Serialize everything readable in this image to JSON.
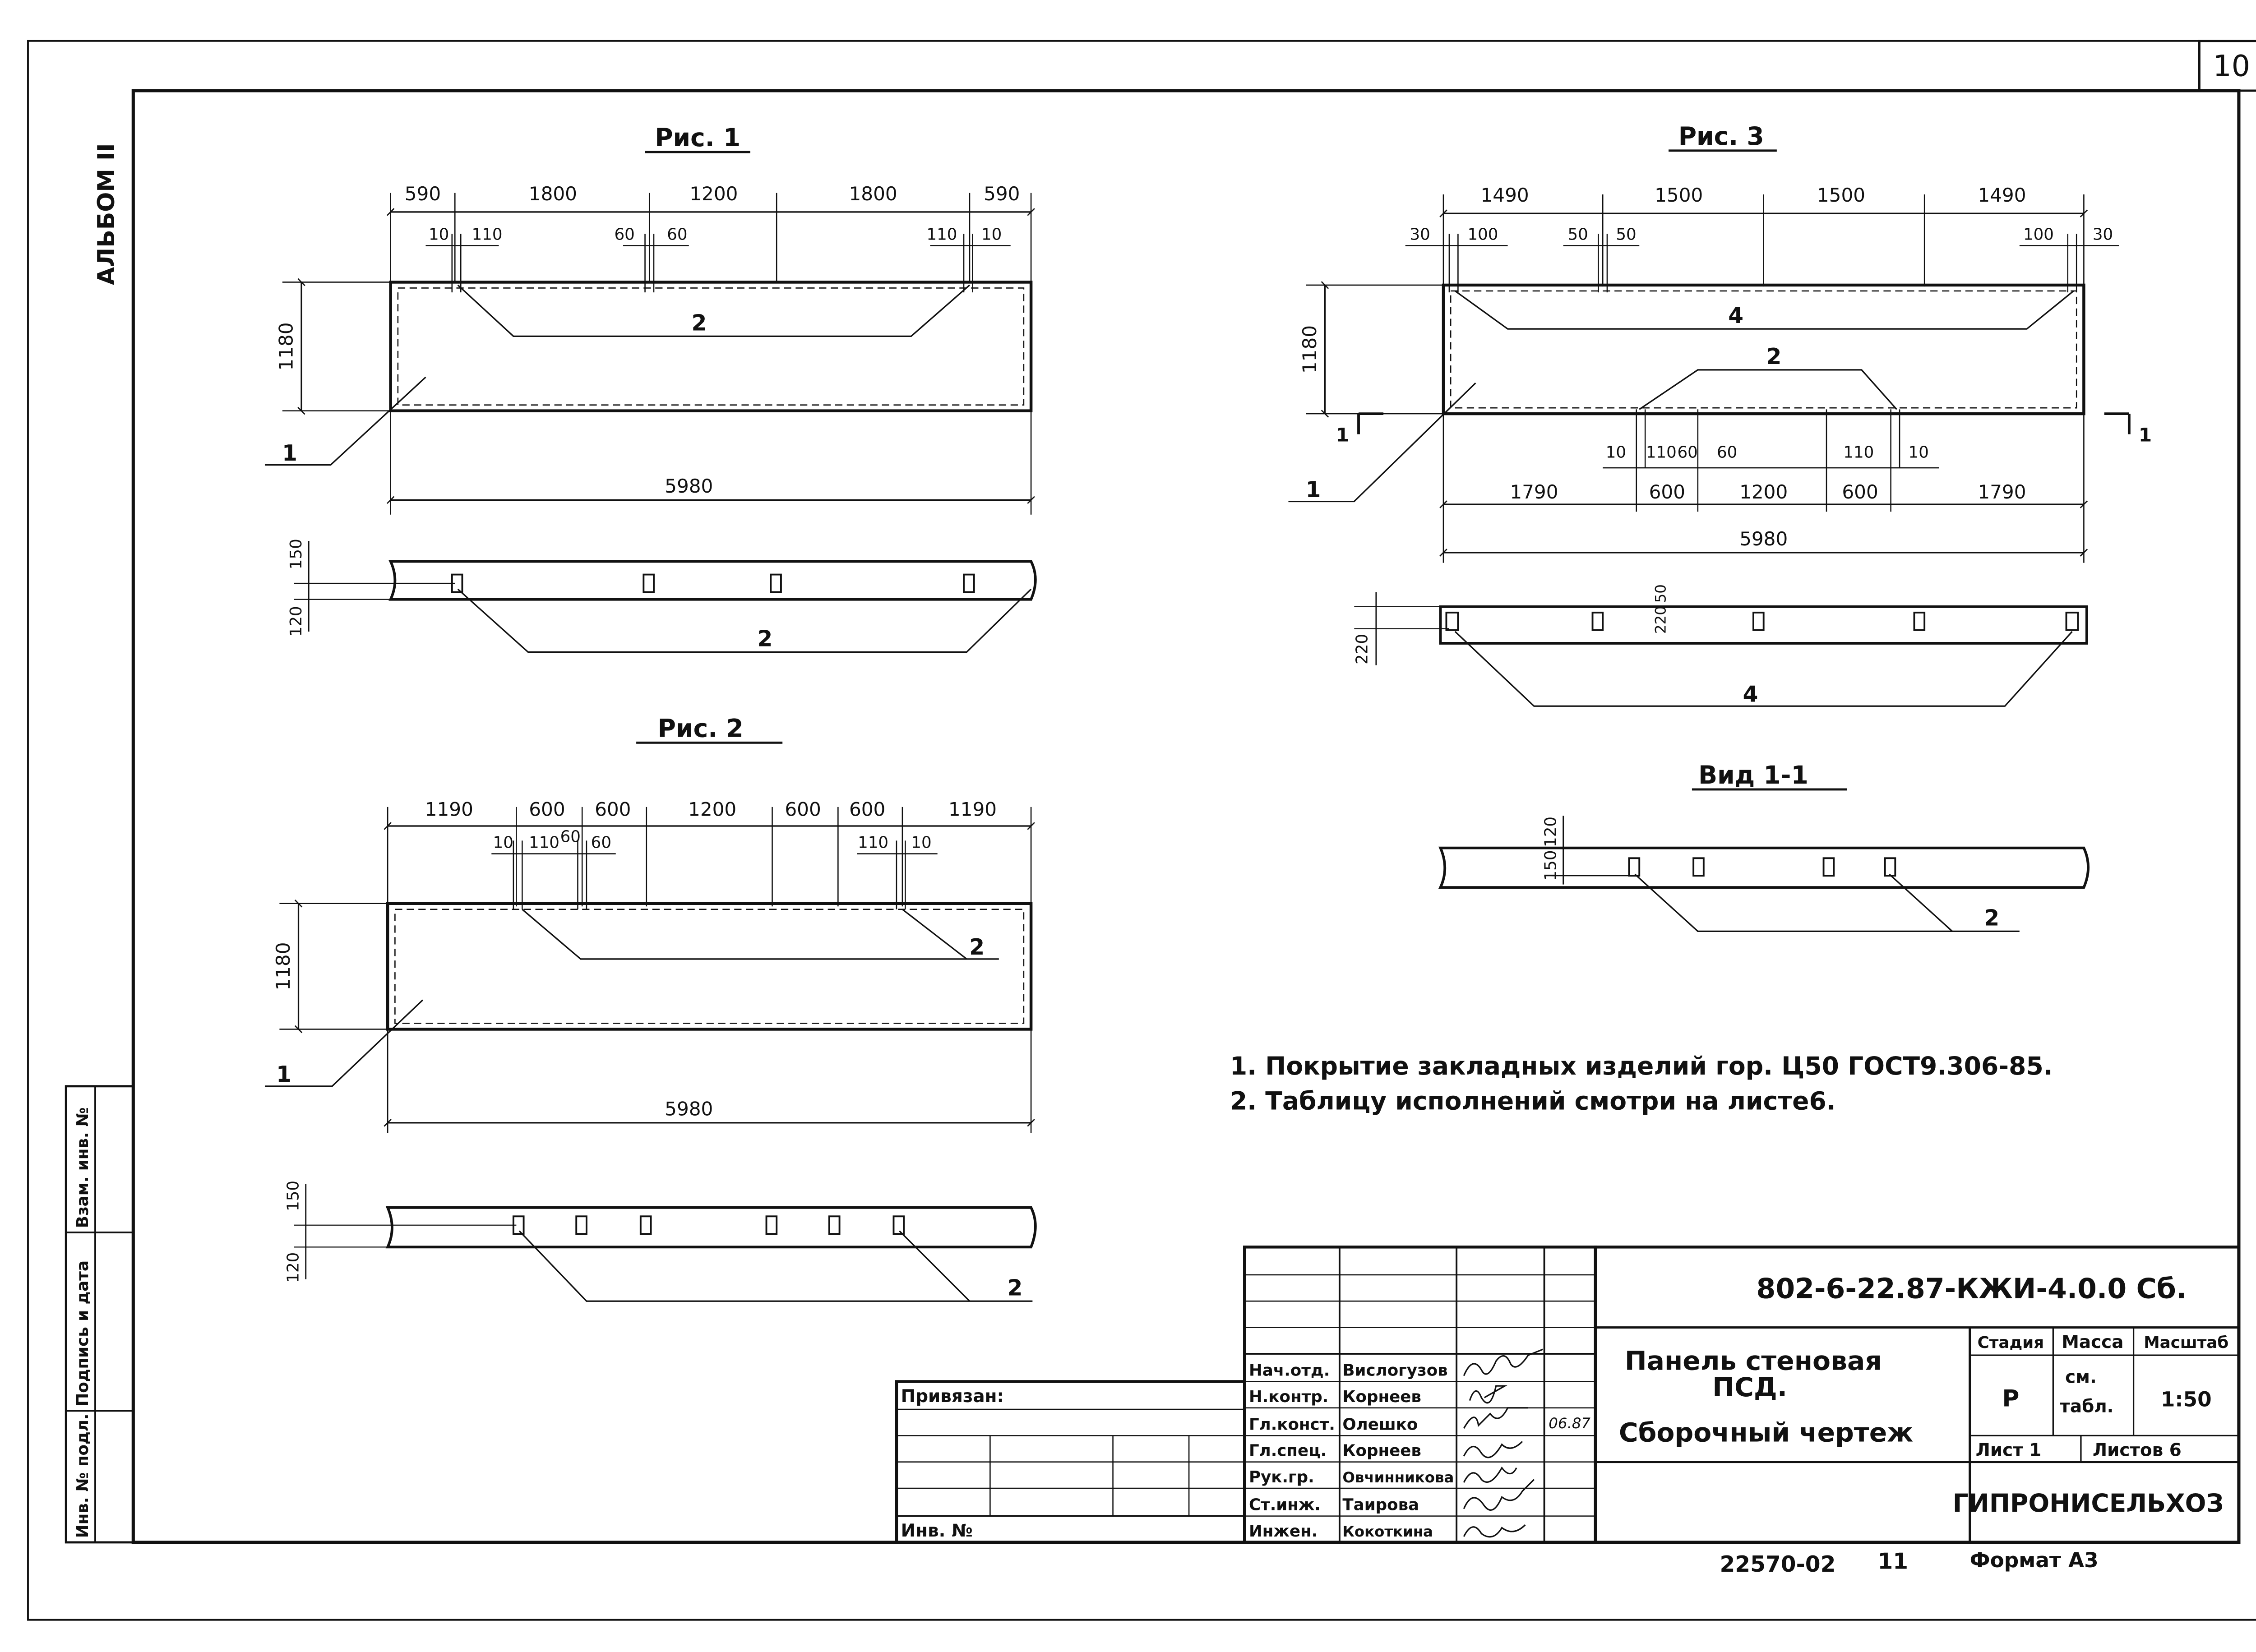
{
  "sheet_number": "10",
  "album_label": "АЛЬБОМ II",
  "side_stamp": {
    "inv_podl": "Инв. № подл.",
    "podpis_data": "Подпись и дата",
    "vzam_inv": "Взам. инв. №"
  },
  "figure1": {
    "title": "Рис. 1",
    "top_dims": [
      "590",
      "1800",
      "1200",
      "1800",
      "590"
    ],
    "sub_dims": [
      "10",
      "110",
      "60",
      "60",
      "110",
      "10"
    ],
    "height_dim": "1180",
    "length_dim": "5980",
    "leader_1": "1",
    "leader_2": "2",
    "side_dims": [
      "150",
      "120"
    ],
    "side_leader": "2"
  },
  "figure2": {
    "title": "Рис. 2",
    "top_dims": [
      "1190",
      "600",
      "600",
      "1200",
      "600",
      "600",
      "1190"
    ],
    "sub_dims": [
      "10",
      "110",
      "60",
      "60",
      "110",
      "10"
    ],
    "height_dim": "1180",
    "length_dim": "5980",
    "leader_1": "1",
    "leader_2": "2",
    "side_dims": [
      "150",
      "120"
    ],
    "side_leader": "2"
  },
  "figure3": {
    "title": "Рис. 3",
    "top_dims": [
      "1490",
      "1500",
      "1500",
      "1490"
    ],
    "sub_dims_top": [
      "30",
      "100",
      "50",
      "50",
      "100",
      "30"
    ],
    "sub_dims_bottom": [
      "10",
      "110",
      "60",
      "60",
      "110",
      "10"
    ],
    "bottom_dims": [
      "1790",
      "600",
      "1200",
      "600",
      "1790"
    ],
    "height_dim": "1180",
    "length_dim": "5980",
    "leader_1": "1",
    "leader_2": "2",
    "leader_4": "4",
    "section_mark": "1",
    "side_dims": [
      "220",
      "220",
      "50"
    ],
    "side_leader": "4"
  },
  "view11": {
    "title": "Вид 1-1",
    "side_dims": [
      "120",
      "150"
    ],
    "leader": "2"
  },
  "notes": [
    "1. Покрытие закладных изделий гор. Ц50 ГОСТ9.306-85.",
    "2. Таблицу исполнений смотри на листе6."
  ],
  "title_block": {
    "doc_code": "802-6-22.87-КЖИ-4.0.0 Сб.",
    "title_line1": "Панель стеновая",
    "title_line2": "ПСД.",
    "title_line3": "Сборочный чертеж",
    "stage_header": "Стадия",
    "mass_header": "Масса",
    "scale_header": "Масштаб",
    "stage_value": "Р",
    "mass_value_1": "см.",
    "mass_value_2": "табл.",
    "scale_value": "1:50",
    "sheet_label": "Лист 1",
    "sheets_label": "Листов 6",
    "org": "ГИПРОНИСЕЛЬХОЗ",
    "privyazan": "Привязан:",
    "inv_no": "Инв. №",
    "date_mark": "06.87",
    "roles": [
      {
        "role": "Нач.отд.",
        "name": "Вислогузов"
      },
      {
        "role": "Н.контр.",
        "name": "Корнеев"
      },
      {
        "role": "Гл.конст.",
        "name": "Олешко"
      },
      {
        "role": "Гл.спец.",
        "name": "Корнеев"
      },
      {
        "role": "Рук.гр.",
        "name": "Овчинникова"
      },
      {
        "role": "Ст.инж.",
        "name": "Таирова"
      },
      {
        "role": "Инжен.",
        "name": "Кокоткина"
      }
    ]
  },
  "footer": {
    "archive_no": "22570-02",
    "page_no": "11",
    "format": "Формат А3"
  }
}
